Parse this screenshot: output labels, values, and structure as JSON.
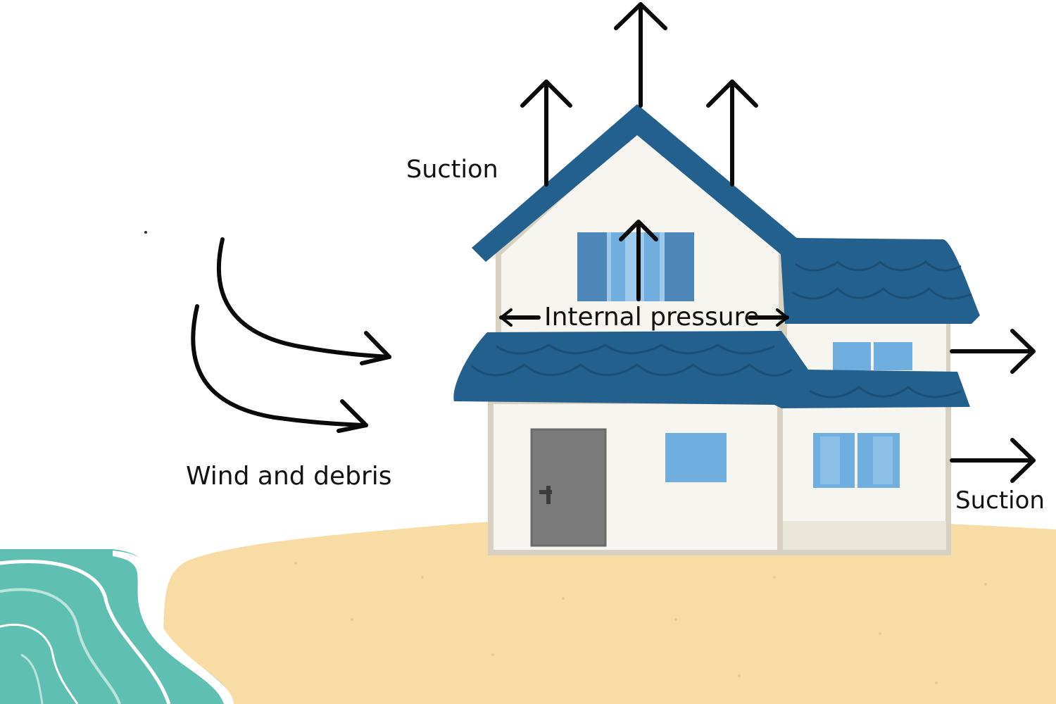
{
  "labels": {
    "suction_roof": "Suction",
    "internal_pressure": "Internal pressure",
    "wind_and_debris": "Wind and debris",
    "suction_side": "Suction"
  },
  "colors": {
    "roof": "#23608d",
    "roof_dark": "#1d4f75",
    "wall": "#f7f5ef",
    "trim": "#d8d0c0",
    "window_glass": "#6faede",
    "window_shutter": "#4f86b8",
    "door": "#7b7b7b",
    "sand": "#f8dca6",
    "sea": "#5fbfb2",
    "sea_light": "#b9e5dc",
    "arrow": "#0a0a0a"
  },
  "icons": {
    "wind": "curved-arrow-icon",
    "force": "straight-arrow-icon"
  }
}
